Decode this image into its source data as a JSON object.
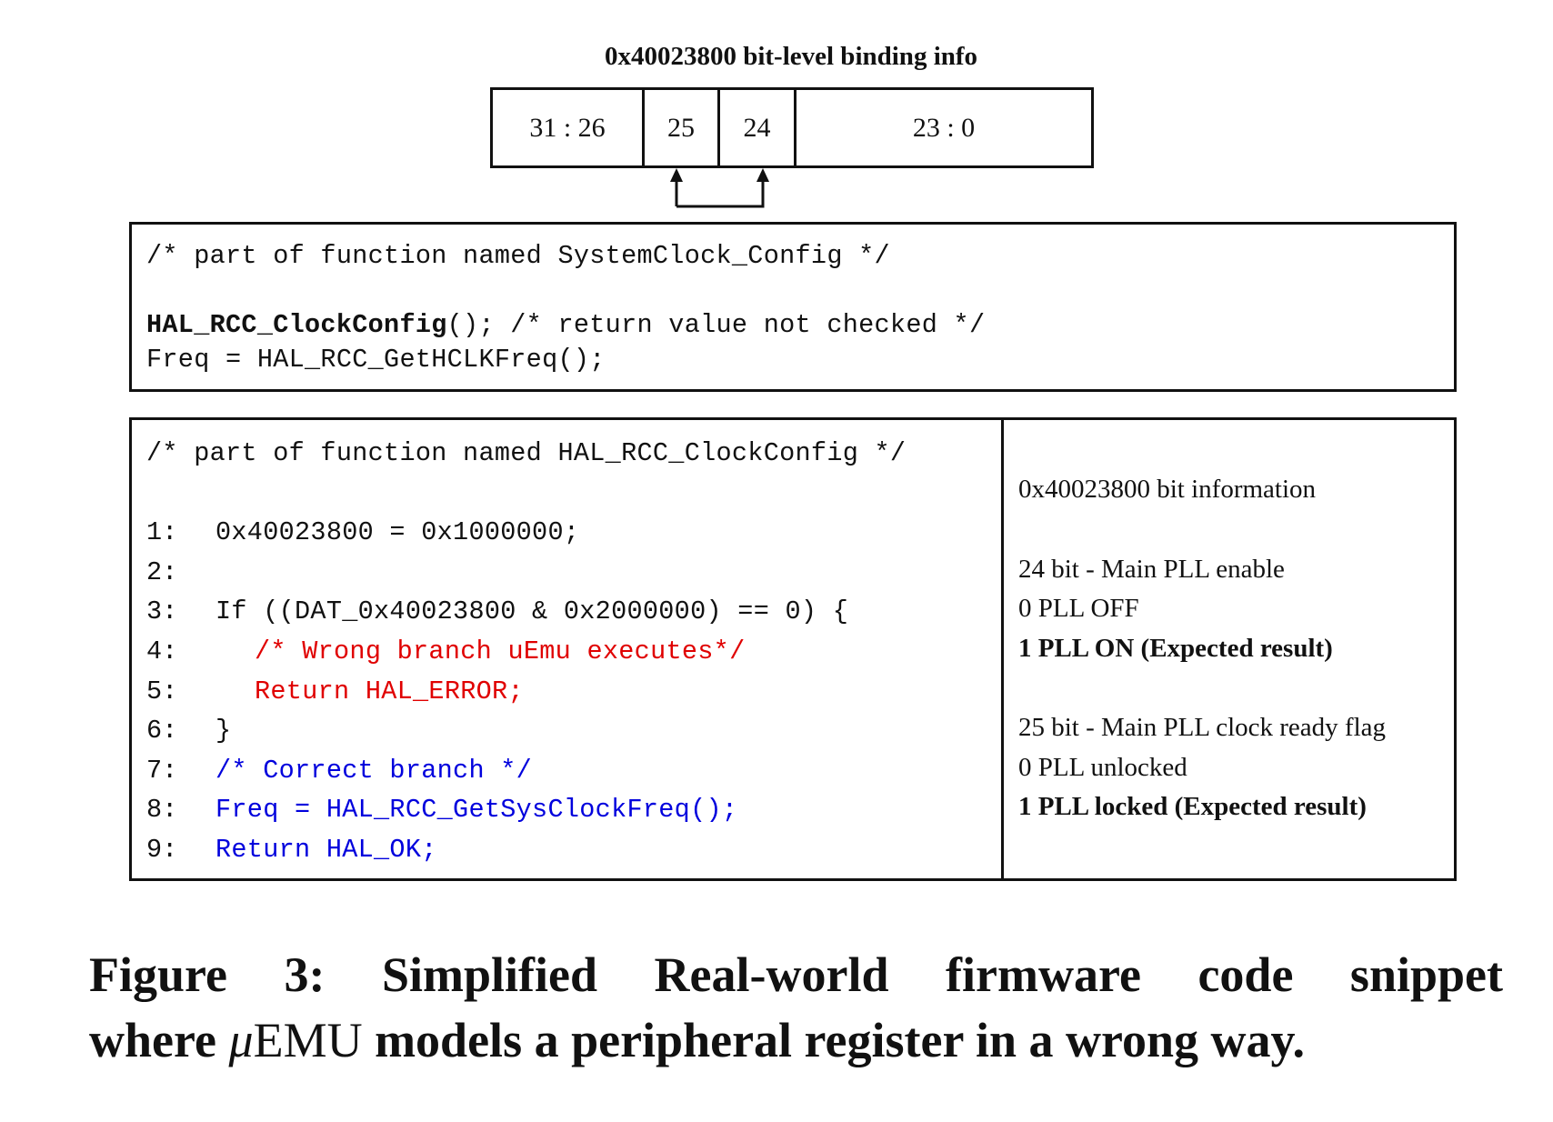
{
  "register": {
    "title": "0x40023800 bit-level binding info",
    "cells": [
      "31 : 26",
      "25",
      "24",
      "23 : 0"
    ]
  },
  "code_box_1": {
    "comment": "/* part of function named SystemClock_Config */",
    "line1_call": "HAL_RCC_ClockConfig",
    "line1_rest": "(); /* return value not checked */",
    "line2": "Freq = HAL_RCC_GetHCLKFreq();"
  },
  "code_box_2": {
    "comment": "/* part of function named HAL_RCC_ClockConfig */",
    "lines": [
      {
        "no": "1:",
        "code": "0x40023800 = 0x1000000;"
      },
      {
        "no": "2:",
        "code": ""
      },
      {
        "no": "3:",
        "code": "If ((DAT_0x40023800 & 0x2000000) == 0) {"
      },
      {
        "no": "4:",
        "code": "/* Wrong branch uEmu executes*/"
      },
      {
        "no": "5:",
        "code": "Return HAL_ERROR;"
      },
      {
        "no": "6:",
        "code": "}"
      },
      {
        "no": "7:",
        "code": "/* Correct branch */"
      },
      {
        "no": "8:",
        "code": "Freq = HAL_RCC_GetSysClockFreq();"
      },
      {
        "no": "9:",
        "code": "Return HAL_OK;"
      }
    ],
    "info": {
      "title": "0x40023800 bit information",
      "bit24_title": "24 bit - Main PLL enable",
      "bit24_off": "0 PLL OFF",
      "bit24_on": "1 PLL ON (Expected result)",
      "bit25_title": "25 bit - Main PLL clock ready flag",
      "bit25_off": "0 PLL unlocked",
      "bit25_on": "1 PLL locked (Expected result)"
    }
  },
  "caption": {
    "line1": "Figure 3: Simplified Real-world firmware code snippet",
    "line2_start": "where ",
    "line2_mu": "μ",
    "line2_emu": "EMU",
    "line2_end": " models a peripheral register in a wrong way."
  },
  "colors": {
    "wrong_branch": "#e00000",
    "correct_branch": "#0000dd"
  }
}
